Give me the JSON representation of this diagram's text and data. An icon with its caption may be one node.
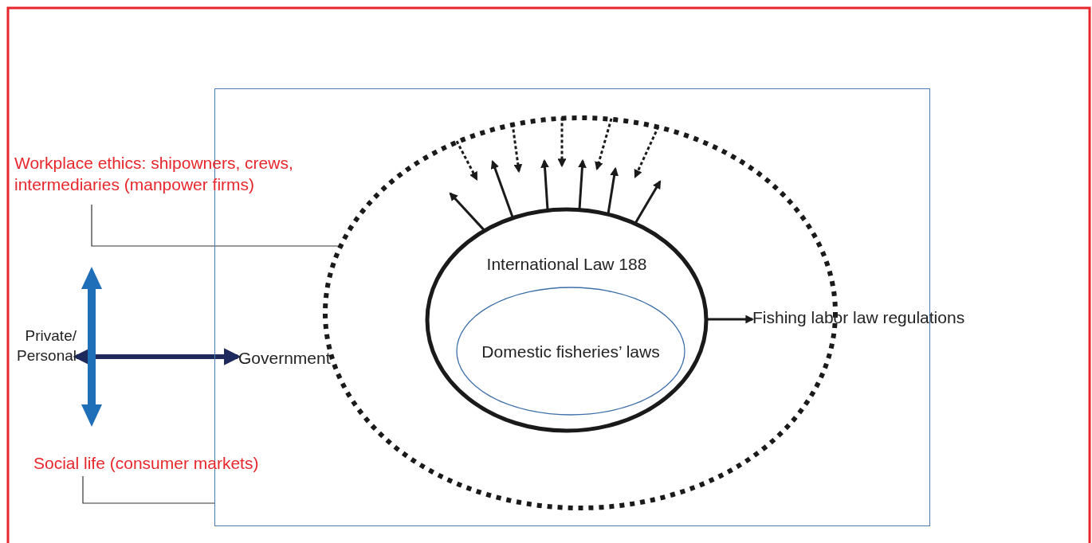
{
  "diagram": {
    "nodes": [
      {
        "text": [],
        "shape": "box"
      },
      {
        "text": [],
        "shape": "ellipse",
        "in": 0
      },
      {
        "text": [
          "International Law 188"
        ],
        "in": 1
      },
      {
        "text": [
          "Domestic fisheries’ laws"
        ],
        "in": 2
      },
      {
        "text": [
          "Workplace ethics: shipowners, crews, intermediaries (manpower firms)"
        ]
      },
      {
        "text": [
          "Private/ Personal"
        ]
      },
      {
        "text": [
          "Government"
        ],
        "in": 0
      },
      {
        "text": [
          "Fishing labor law regulations"
        ]
      },
      {
        "text": [
          "Social life (consumer markets)"
        ]
      }
    ],
    "edges": [
      {
        "from": 5,
        "to": 6,
        "arrow": "both",
        "style": "thick",
        "color": "#1f2a5c"
      },
      {
        "from": 4,
        "to": 1,
        "arrow": "none"
      },
      {
        "from": 8,
        "to": 0,
        "arrow": "none"
      },
      {
        "from": 2,
        "to": 7,
        "arrow": "to"
      },
      {
        "from": 2,
        "to": null,
        "arrow": "to"
      },
      {
        "from": 2,
        "to": null,
        "arrow": "to"
      },
      {
        "from": 2,
        "to": null,
        "arrow": "to"
      },
      {
        "from": 2,
        "to": null,
        "arrow": "to"
      },
      {
        "from": 2,
        "to": null,
        "arrow": "to"
      },
      {
        "from": 2,
        "to": null,
        "arrow": "to"
      },
      {
        "from": 1,
        "to": null,
        "arrow": "to",
        "style": "dashed"
      },
      {
        "from": 1,
        "to": null,
        "arrow": "to",
        "style": "dashed"
      },
      {
        "from": 1,
        "to": null,
        "arrow": "to",
        "style": "dashed"
      },
      {
        "from": 1,
        "to": null,
        "arrow": "to",
        "style": "dashed"
      },
      {
        "from": 1,
        "to": null,
        "arrow": "to",
        "style": "dashed"
      }
    ]
  }
}
